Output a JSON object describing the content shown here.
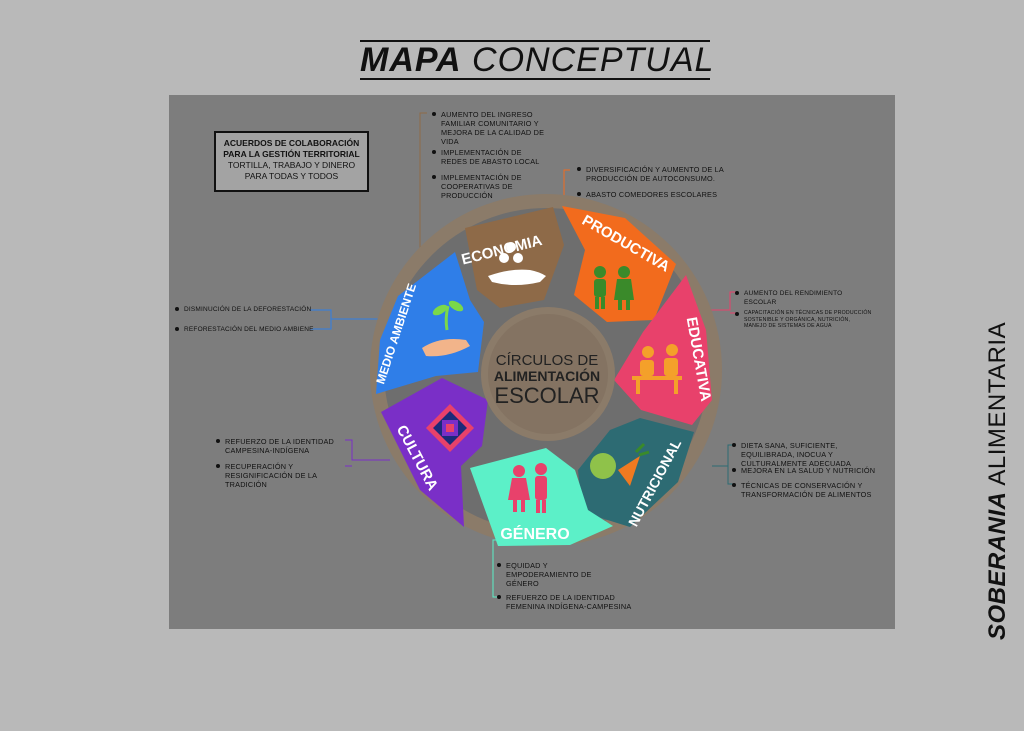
{
  "header": {
    "title_bold": "MAPA",
    "title_light": "CONCEPTUAL"
  },
  "acuerdos": {
    "line1": "ACUERDOS DE COLABORACIÓN",
    "line2": "PARA LA GESTIÓN TERRITORIAL",
    "line3": "TORTILLA, TRABAJO Y DINERO",
    "line4": "PARA TODAS Y TODOS"
  },
  "center": {
    "line1": "CÍRCULOS DE",
    "line2": "ALIMENTACIÓN",
    "line3": "ESCOLAR"
  },
  "segments": {
    "economia": {
      "label": "ECONOMIA",
      "color": "#8e6a48"
    },
    "productiva": {
      "label": "PRODUCTIVA",
      "color": "#f26b1d"
    },
    "educativa": {
      "label": "EDUCATIVA",
      "color": "#e8416b"
    },
    "nutricional": {
      "label": "NUTRICIONAL",
      "color": "#2d6b73"
    },
    "genero": {
      "label": "GÉNERO",
      "color": "#5cf0c8"
    },
    "cultura": {
      "label": "CULTURA",
      "color": "#7a2fc7"
    },
    "medio_ambiente": {
      "label": "MEDIO AMBIENTE",
      "color": "#2f7ee8"
    }
  },
  "notes": {
    "economia": [
      "AUMENTO DEL INGRESO FAMILIAR COMUNITARIO Y MEJORA DE LA CALIDAD DE VIDA",
      "IMPLEMENTACIÓN DE REDES DE ABASTO LOCAL",
      "IMPLEMENTACIÓN DE COOPERATIVAS DE PRODUCCIÓN"
    ],
    "productiva": [
      "DIVERSIFICACIÓN Y AUMENTO DE LA PRODUCCIÓN DE AUTOCONSUMO.",
      "ABASTO COMEDORES ESCOLARES"
    ],
    "educativa": [
      "AUMENTO DEL RENDIMIENTO ESCOLAR",
      "CAPACITACIÓN EN TÉCNICAS DE PRODUCCIÓN SOSTENIBLE Y ORGÁNICA, NUTRICIÓN, MANEJO DE SISTEMAS DE AGUA"
    ],
    "nutricional": [
      "DIETA SANA, SUFICIENTE, EQUILIBRADA, INOCUA Y CULTURALMENTE ADECUADA",
      "MEJORA EN LA SALUD Y NUTRICIÓN",
      "TÉCNICAS DE CONSERVACIÓN Y TRANSFORMACIÓN DE ALIMENTOS"
    ],
    "genero": [
      "EQUIDAD Y EMPODERAMIENTO DE GÉNERO",
      "REFUERZO DE LA IDENTIDAD FEMENINA INDÍGENA-CAMPESINA"
    ],
    "cultura": [
      "REFUERZO DE LA IDENTIDAD CAMPESINA-INDÍGENA",
      "RECUPERACIÓN Y RESIGNIFICACIÓN DE LA TRADICIÓN"
    ],
    "medio_ambiente": [
      "DISMINUCIÓN DE LA DEFORESTACIÓN",
      "REFORESTACIÓN DEL MEDIO AMBIENE"
    ]
  },
  "side": {
    "bold": "SOBERANIA",
    "light": "ALIMENTARIA"
  }
}
